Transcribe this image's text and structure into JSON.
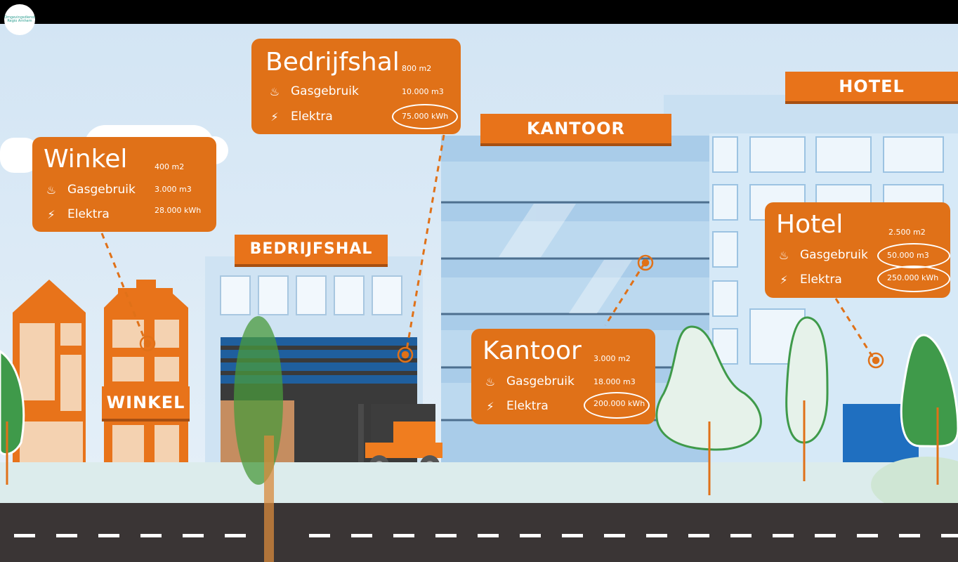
{
  "brand": {
    "logo_text": "Omgevingsdienst Regio Arnhem"
  },
  "signs": {
    "hotel": "HOTEL",
    "kantoor": "KANTOOR",
    "bedrijfshal": "BEDRIJFSHAL",
    "winkel": "WINKEL"
  },
  "cards": {
    "bedrijfshal": {
      "title": "Bedrijfshal",
      "area": "800 m2",
      "gas_label": "Gasgebruik",
      "gas_value": "10.000 m3",
      "elec_label": "Elektra",
      "elec_value": "75.000 kWh"
    },
    "winkel": {
      "title": "Winkel",
      "area": "400 m2",
      "gas_label": "Gasgebruik",
      "gas_value": "3.000 m3",
      "elec_label": "Elektra",
      "elec_value": "28.000 kWh"
    },
    "kantoor": {
      "title": "Kantoor",
      "area": "3.000 m2",
      "gas_label": "Gasgebruik",
      "gas_value": "18.000 m3",
      "elec_label": "Elektra",
      "elec_value": "200.000 kWh"
    },
    "hotel": {
      "title": "Hotel",
      "area": "2.500 m2",
      "gas_label": "Gasgebruik",
      "gas_value": "50.000 m3",
      "elec_label": "Elektra",
      "elec_value": "250.000 kWh"
    }
  },
  "icons": {
    "gas": "gas-burner-icon",
    "electricity": "plug-icon"
  },
  "colors": {
    "accent": "#e07118",
    "sky": "#d9e9f5",
    "road": "#3a3535"
  }
}
